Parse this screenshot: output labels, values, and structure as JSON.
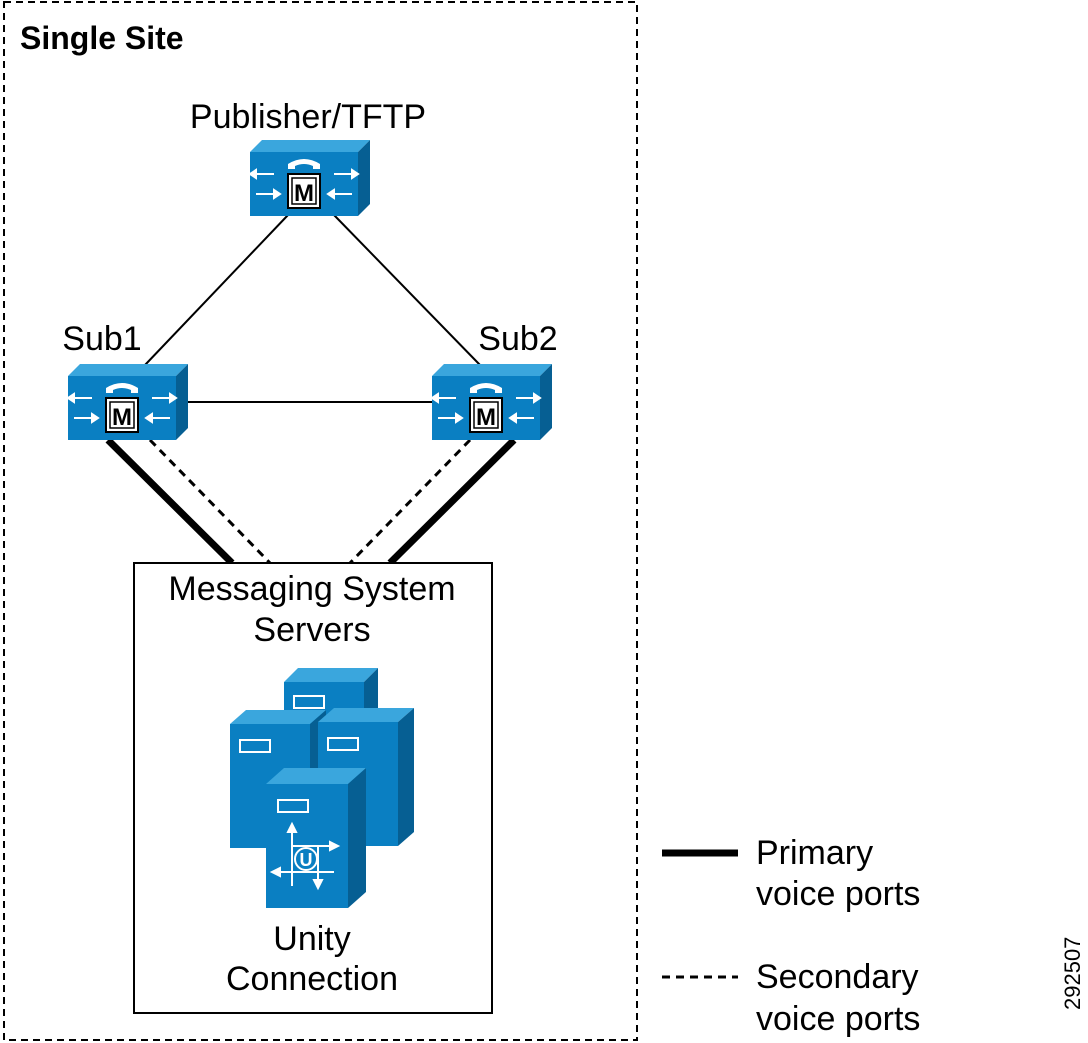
{
  "site": {
    "title": "Single Site"
  },
  "nodes": {
    "publisher": {
      "label": "Publisher/TFTP",
      "badge": "M"
    },
    "sub1": {
      "label": "Sub1",
      "badge": "M"
    },
    "sub2": {
      "label": "Sub2",
      "badge": "M"
    }
  },
  "messaging": {
    "title_line1": "Messaging System",
    "title_line2": "Servers",
    "product_line1": "Unity",
    "product_line2": "Connection",
    "product_badge": "U"
  },
  "legend": {
    "primary_line1": "Primary",
    "primary_line2": "voice ports",
    "secondary_line1": "Secondary",
    "secondary_line2": "voice ports"
  },
  "figure_id": "292507",
  "colors": {
    "device_blue": "#0a7fc2",
    "device_dark": "#065f93",
    "device_light": "#3aa6dd"
  }
}
